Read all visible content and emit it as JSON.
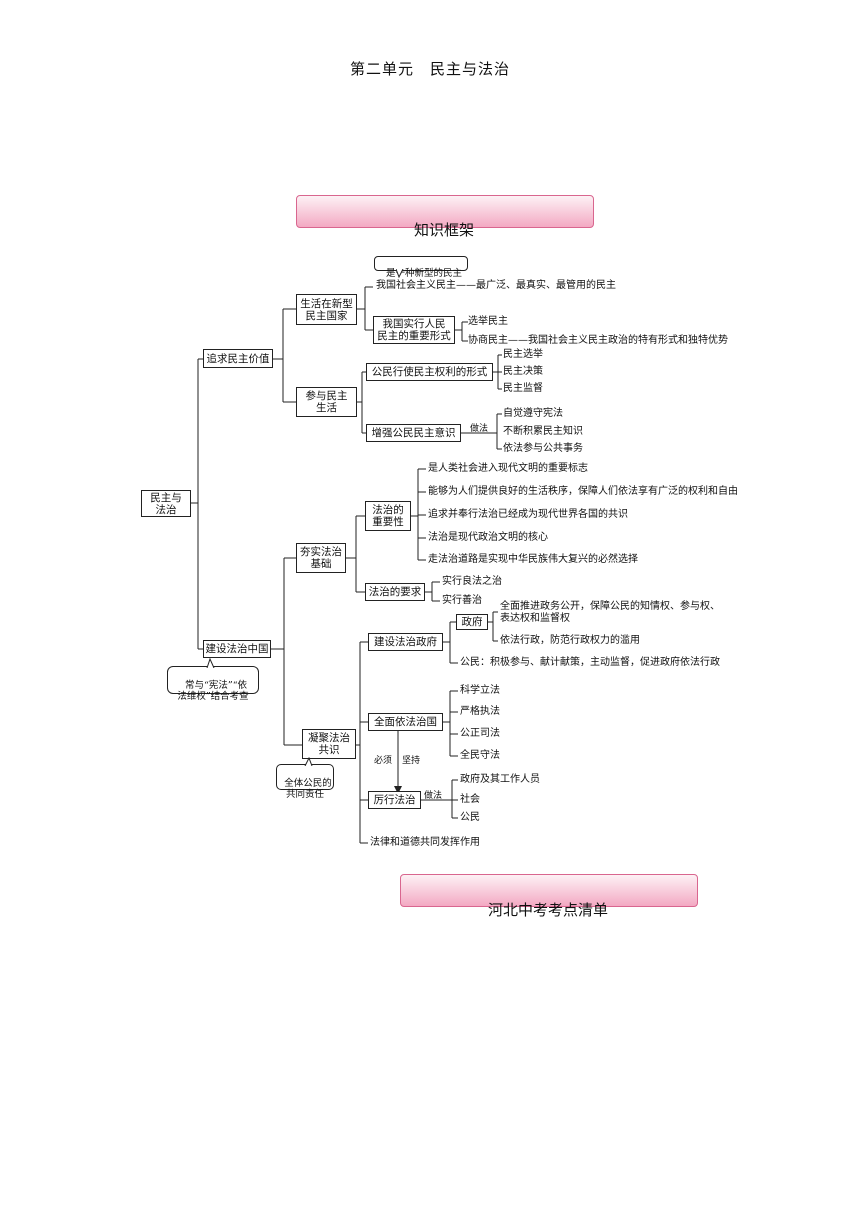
{
  "page_title": "第二单元　民主与法治",
  "banners": {
    "framework": "知识框架",
    "checklist": "河北中考考点清单"
  },
  "mindmap": {
    "root": "民主与\n法治",
    "branch1": {
      "label": "追求民主价值",
      "sub1": {
        "label": "生活在新型\n民主国家",
        "note": "是一种新型的民主",
        "leaf1": "我国社会主义民主——最广泛、最真实、最管用的民主",
        "box": "我国实行人民\n民主的重要形式",
        "box_leaves": [
          "选举民主",
          "协商民主——我国社会主义民主政治的特有形式和独特优势"
        ]
      },
      "sub2": {
        "label": "参与民主\n生活",
        "box1": "公民行使民主权利的形式",
        "box1_leaves": [
          "民主选举",
          "民主决策",
          "民主监督"
        ],
        "box2": "增强公民民主意识",
        "box2_connector": "做法",
        "box2_leaves": [
          "自觉遵守宪法",
          "不断积累民主知识",
          "依法参与公共事务"
        ]
      }
    },
    "branch2": {
      "label": "建设法治中国",
      "note": "常与“宪法”“依\n法维权”结合考查",
      "sub1": {
        "label": "夯实法治\n基础",
        "box1": "法治的\n重要性",
        "box1_leaves": [
          "是人类社会进入现代文明的重要标志",
          "能够为人们提供良好的生活秩序，保障人们依法享有广泛的权利和自由",
          "追求并奉行法治已经成为现代世界各国的共识",
          "法治是现代政治文明的核心",
          "走法治道路是实现中华民族伟大复兴的必然选择"
        ],
        "box2": "法治的要求",
        "box2_leaves": [
          "实行良法之治",
          "实行善治"
        ]
      },
      "sub2": {
        "label": "凝聚法治\n共识",
        "note": "全体公民的\n共同责任",
        "gov": {
          "label": "建设法治政府",
          "inner": "政府",
          "inner_leaves": [
            "全面推进政务公开，保障公民的知情权、参与权、\n表达权和监督权",
            "依法行政，防范行政权力的滥用"
          ],
          "citizen_leaf": "公民：积极参与、献计献策，主动监督，促进政府依法行政"
        },
        "full": {
          "label": "全面依法治国",
          "leaves": [
            "科学立法",
            "严格执法",
            "公正司法",
            "全民守法"
          ]
        },
        "arrow_labels": [
          "必须",
          "坚持"
        ],
        "practice": {
          "label": "厉行法治",
          "connector": "做法",
          "leaves": [
            "政府及其工作人员",
            "社会",
            "公民"
          ]
        },
        "morality_leaf": "法律和道德共同发挥作用"
      }
    }
  }
}
